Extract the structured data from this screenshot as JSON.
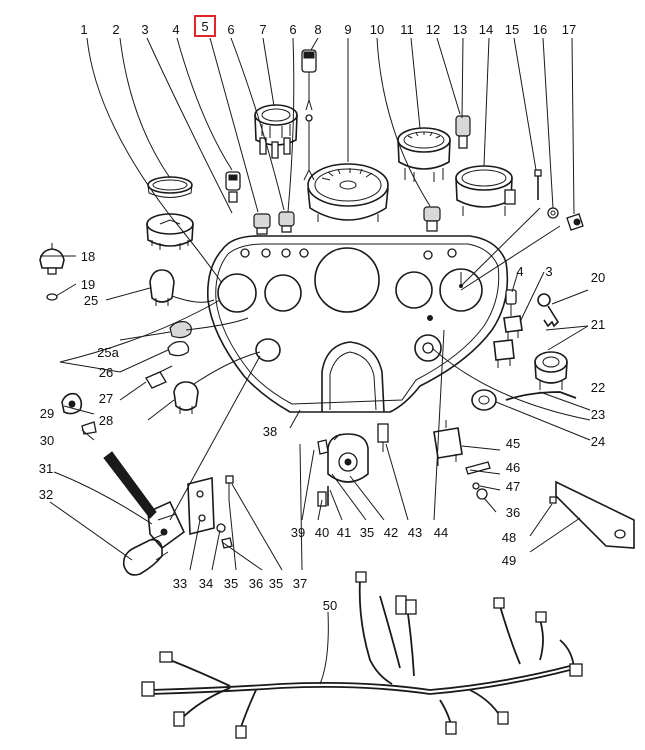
{
  "callouts": {
    "c1": "1",
    "c2": "2",
    "c3": "3",
    "c4": "4",
    "c5": "5",
    "c6a": "6",
    "c7": "7",
    "c6b": "6",
    "c8": "8",
    "c9": "9",
    "c10": "10",
    "c11": "11",
    "c12": "12",
    "c13": "13",
    "c14": "14",
    "c15": "15",
    "c16": "16",
    "c17": "17",
    "c18": "18",
    "c19": "19",
    "c25": "25",
    "c25a": "25a",
    "c26": "26",
    "c27": "27",
    "c29": "29",
    "c28": "28",
    "c30": "30",
    "c31": "31",
    "c32": "32",
    "c38": "38",
    "c4r": "4",
    "c3r": "3",
    "c20": "20",
    "c21": "21",
    "c22": "22",
    "c23": "23",
    "c24": "24",
    "c45": "45",
    "c46": "46",
    "c47": "47",
    "c36r": "36",
    "c48": "48",
    "c49": "49",
    "c33": "33",
    "c34": "34",
    "c35a": "35",
    "c36": "36",
    "c35b": "35",
    "c37": "37",
    "c39": "39",
    "c40": "40",
    "c41": "41",
    "c35c": "35",
    "c42": "42",
    "c43": "43",
    "c44": "44",
    "c50": "50"
  },
  "highlight": {
    "callout": "5",
    "color": "#e0262b"
  }
}
